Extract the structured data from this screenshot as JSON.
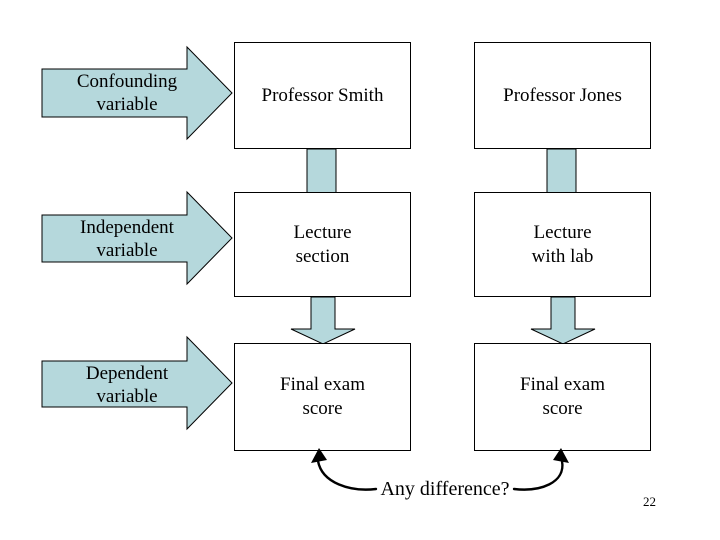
{
  "colors": {
    "shape_fill": "#b5d8dc",
    "shape_border": "#000000",
    "text": "#000000",
    "background": "#ffffff"
  },
  "row_labels": [
    {
      "label": "Confounding\nvariable"
    },
    {
      "label": "Independent\nvariable"
    },
    {
      "label": "Dependent\nvariable"
    }
  ],
  "columns": [
    {
      "boxes": [
        "Professor Smith",
        "Lecture\nsection",
        "Final exam\nscore"
      ]
    },
    {
      "boxes": [
        "Professor Jones",
        "Lecture\nwith lab",
        "Final exam\nscore"
      ]
    }
  ],
  "footer": {
    "question": "Any difference?",
    "page_number": "22"
  }
}
